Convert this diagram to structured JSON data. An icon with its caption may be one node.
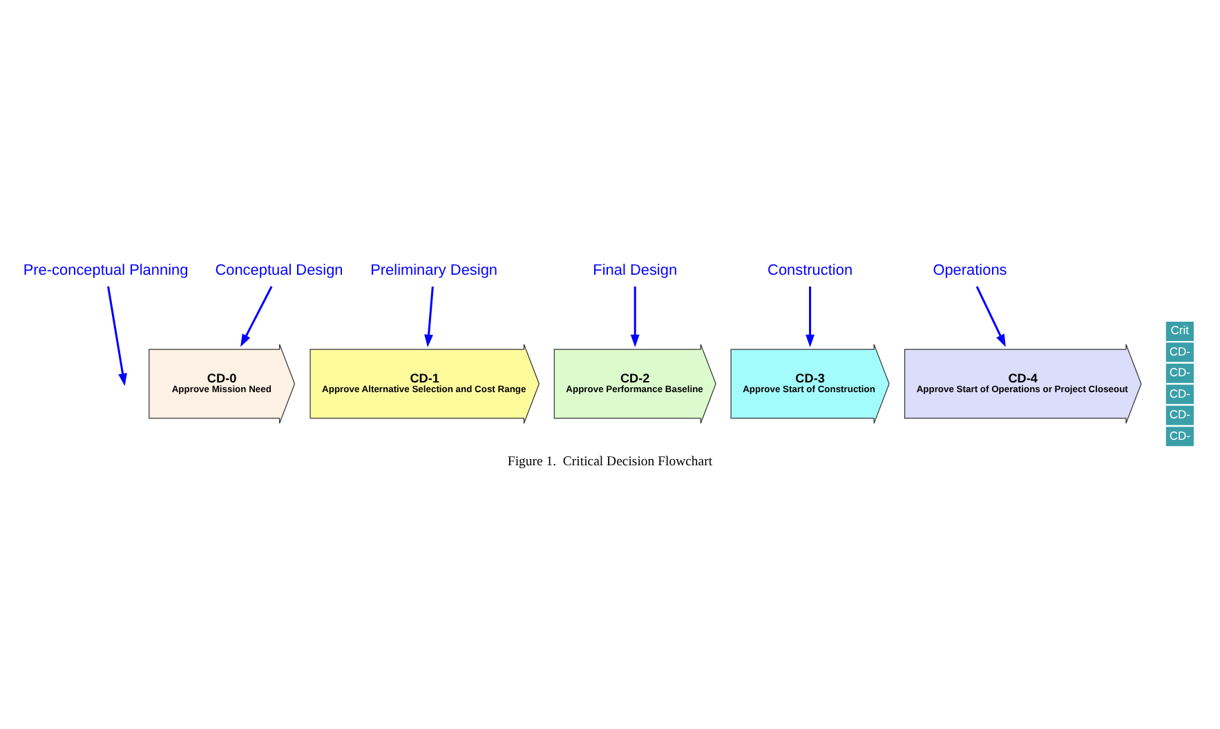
{
  "diagram": {
    "caption": "Figure 1.  Critical Decision Flowchart",
    "nodes": [
      {
        "text": [
          "Pre-conceptual Planning"
        ]
      },
      {
        "text": [
          "Conceptual Design"
        ]
      },
      {
        "text": [
          "Preliminary Design"
        ]
      },
      {
        "text": [
          "Final Design"
        ]
      },
      {
        "text": [
          "Construction"
        ]
      },
      {
        "text": [
          "Operations"
        ]
      },
      {
        "text": [
          "CD-0",
          "Approve Mission Need"
        ]
      },
      {
        "text": [
          "CD-1",
          "Approve Alternative Selection and Cost Range"
        ]
      },
      {
        "text": [
          "CD-2",
          "Approve Performance Baseline"
        ]
      },
      {
        "text": [
          "CD-3",
          "Approve Start of Construction"
        ]
      },
      {
        "text": [
          "CD-4",
          "Approve Start of Operations or Project Closeout"
        ]
      }
    ],
    "edges": [
      {
        "from": 0,
        "to": null,
        "arrow": "to"
      },
      {
        "from": 1,
        "to": 6,
        "arrow": "to"
      },
      {
        "from": 2,
        "to": 7,
        "arrow": "to"
      },
      {
        "from": 3,
        "to": 8,
        "arrow": "to"
      },
      {
        "from": 4,
        "to": 9,
        "arrow": "to"
      },
      {
        "from": 5,
        "to": 10,
        "arrow": "to"
      }
    ],
    "labels": [
      "Crit",
      "CD-",
      "CD-",
      "CD-",
      "CD-",
      "CD-"
    ]
  }
}
